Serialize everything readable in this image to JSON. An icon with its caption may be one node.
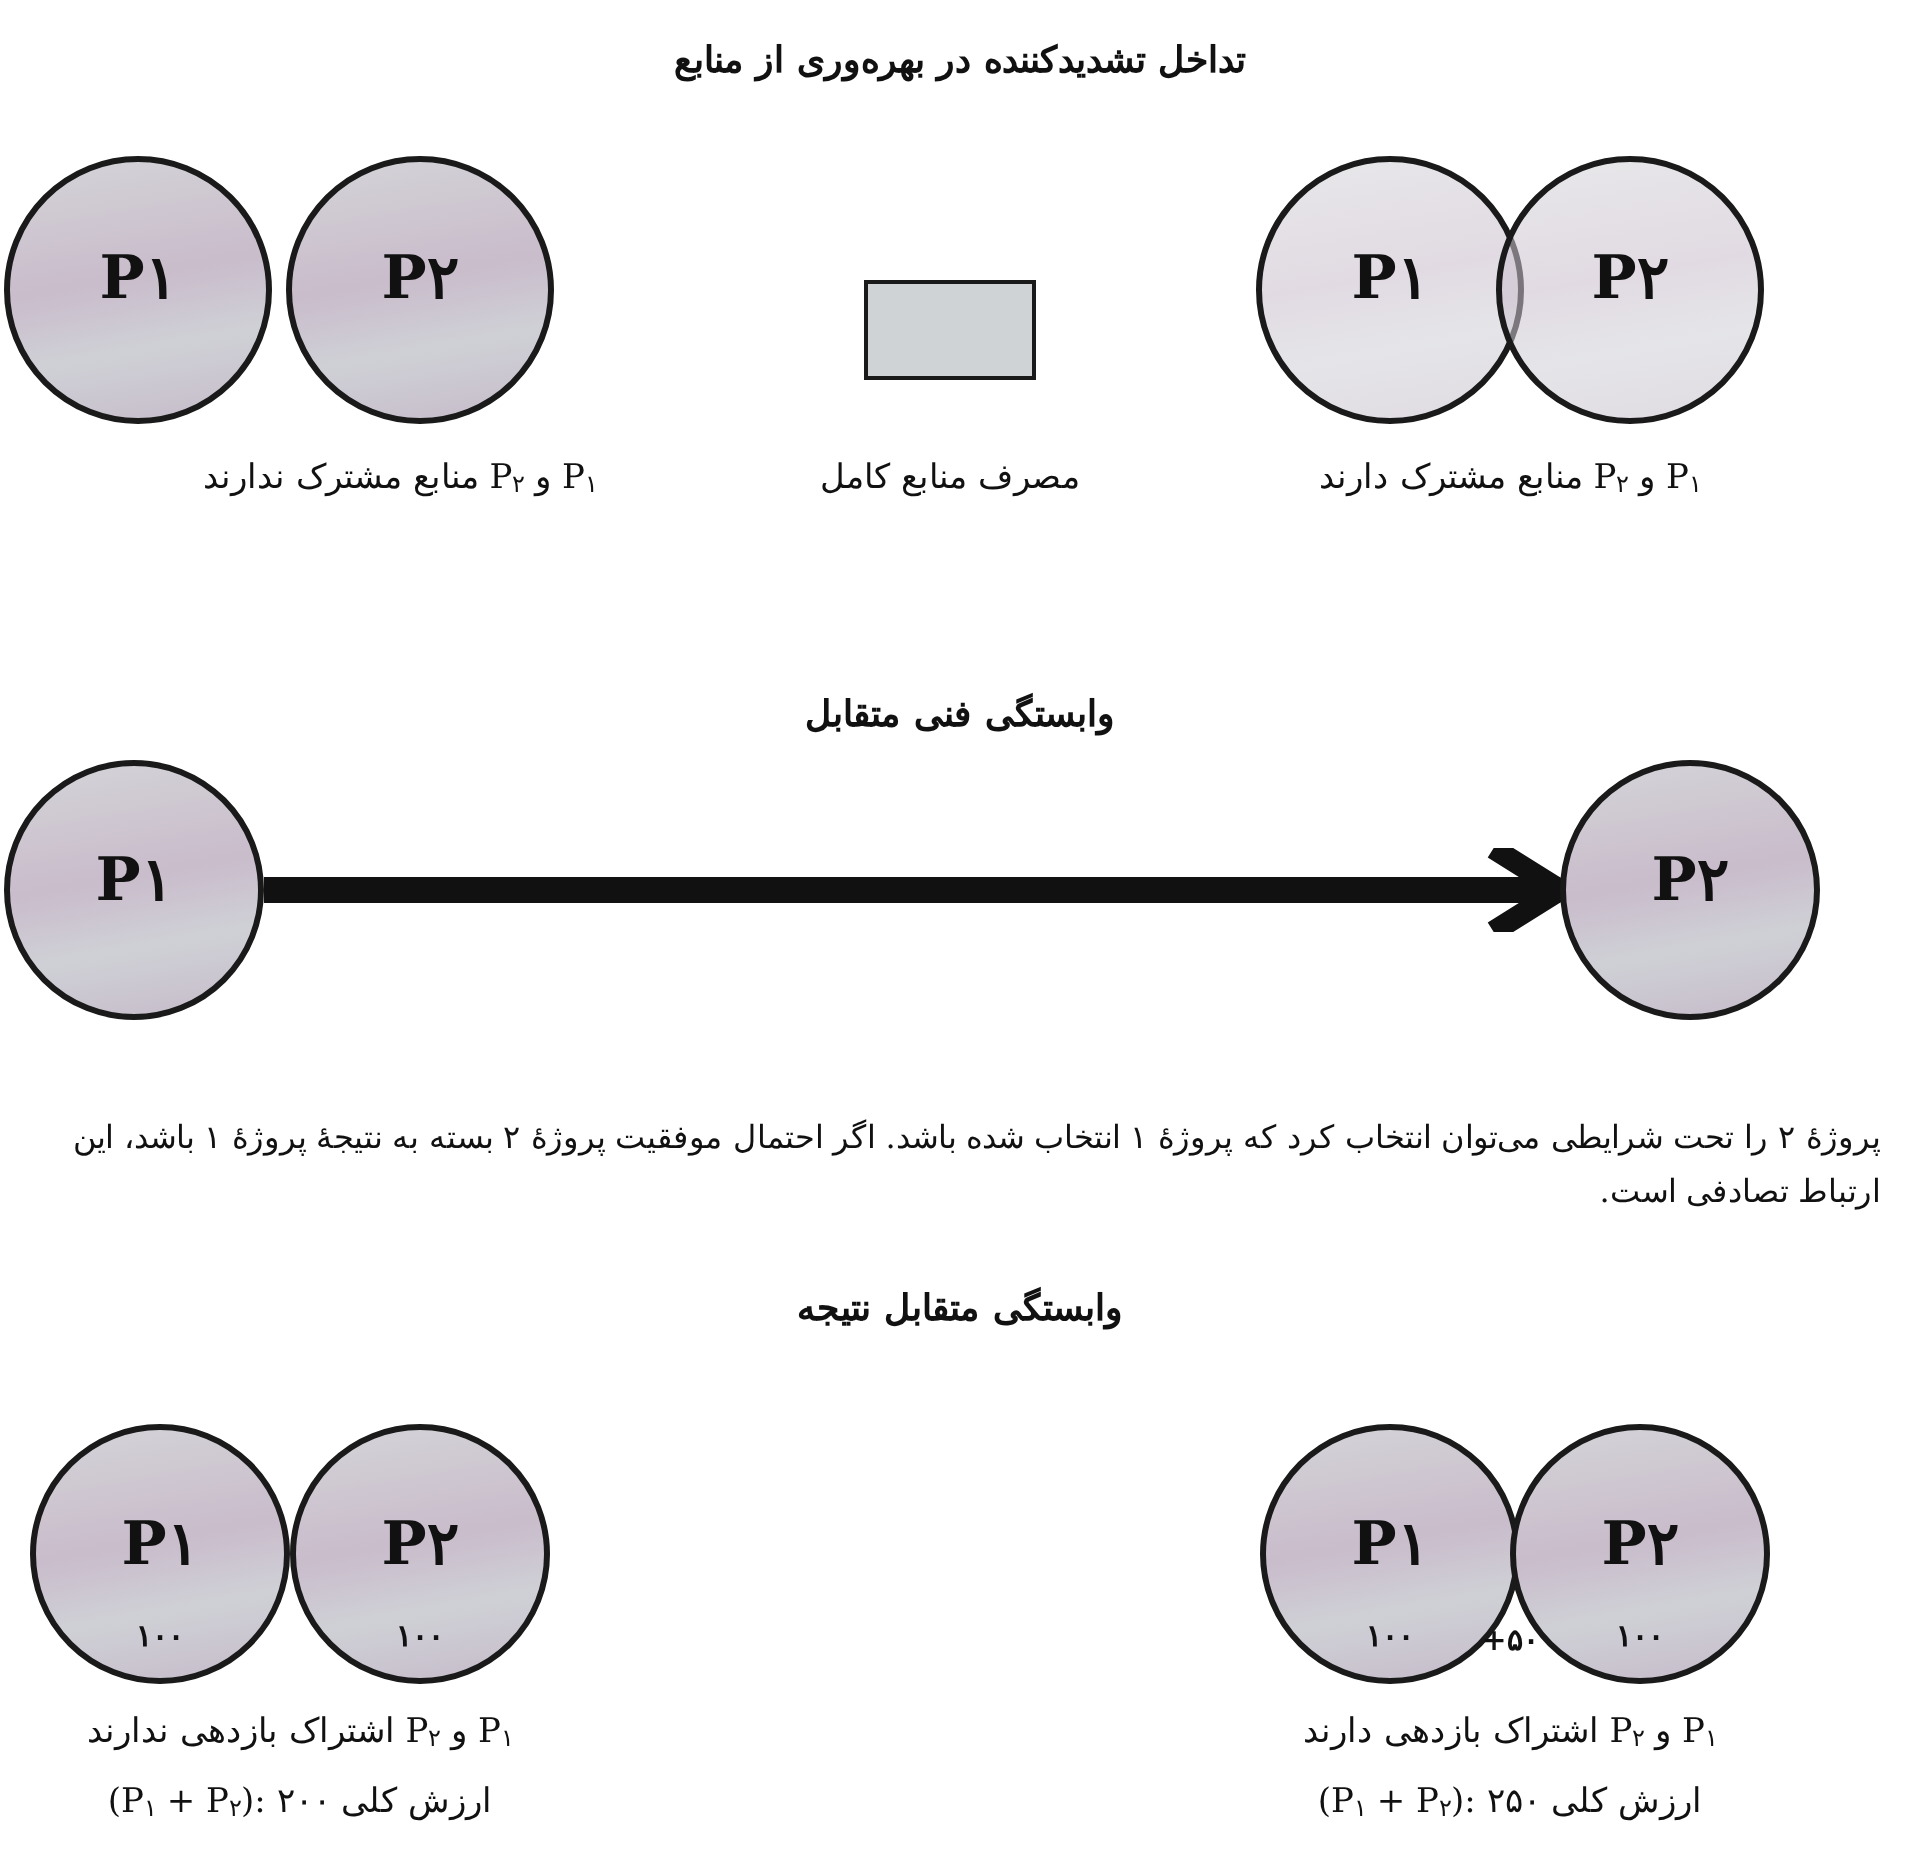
{
  "diagram": {
    "nodes": [
      {
        "text": [
          "P۱"
        ]
      },
      {
        "text": [
          "P۲"
        ]
      },
      {
        "text": [],
        "shape": "box",
        "beside": [
          "مصرف منابع کامل"
        ]
      },
      {
        "text": [
          "P۱"
        ]
      },
      {
        "text": [
          "P۲"
        ]
      },
      {
        "text": [
          "P۱"
        ]
      },
      {
        "text": [
          "P۲"
        ]
      },
      {
        "text": [
          "P۱",
          "۱۰۰"
        ]
      },
      {
        "text": [
          "P۲",
          "۱۰۰"
        ]
      },
      {
        "text": [
          "P۱",
          "۱۰۰"
        ]
      },
      {
        "text": [
          "P۲",
          "۱۰۰"
        ]
      }
    ],
    "edges": [
      {
        "from": 5,
        "to": 6,
        "arrow": "to"
      }
    ],
    "labels": [
      "تداخل تشدیدکننده در بهره‌وری از منابع",
      "P$_{۱}$ و P$_{۲}$ منابع مشترک ندارند",
      "P$_{۱}$ و P$_{۲}$ منابع مشترک دارند",
      "وابستگی فنی متقابل",
      "پروژهٔ ۲ را تحت شرایطی می‌توان انتخاب کرد که پروژهٔ ۱ انتخاب شده باشد. اگر احتمال موفقیت پروژهٔ ۲ بسته به نتیجهٔ پروژهٔ ۱ باشد، این ارتباط تصادفی است.",
      "وابستگی متقابل نتیجه",
      "+۵۰",
      "P$_{۱}$ و P$_{۲}$ اشتراک بازدهی ندارند",
      "(P$_{۱}$ + P$_{۲}$): ۲۰۰ ارزش کلی",
      "P$_{۱}$ و P$_{۲}$ اشتراک بازدهی دارند",
      "(P$_{۱}$ + P$_{۲}$): ۲۵۰ ارزش کلی"
    ]
  }
}
